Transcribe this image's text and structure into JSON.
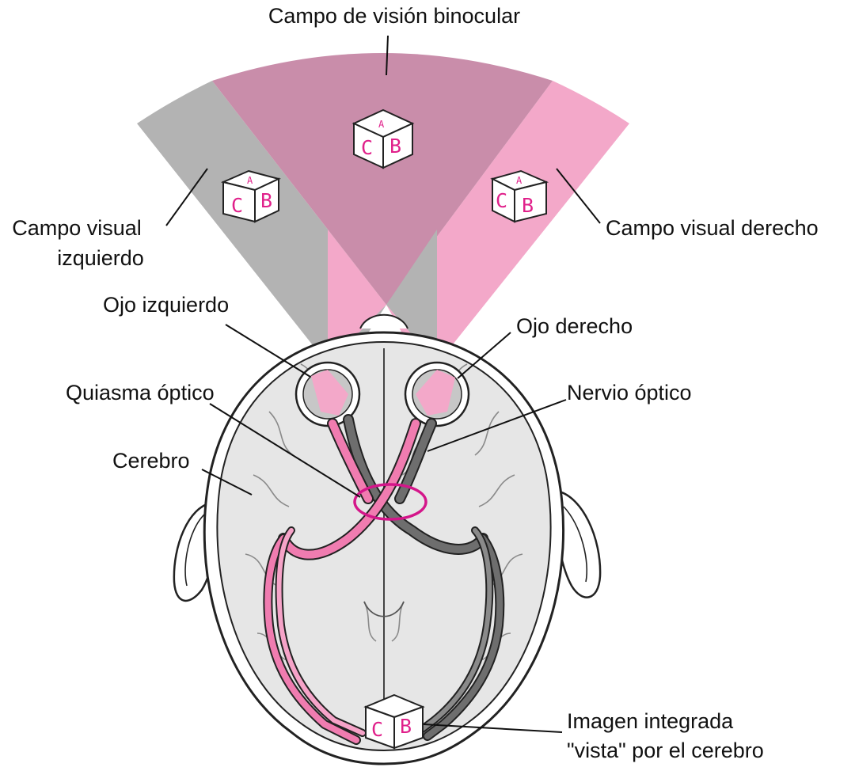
{
  "labels": {
    "binocular_field": "Campo de visión binocular",
    "left_field_line1": "Campo visual",
    "left_field_line2": "izquierdo",
    "right_field": "Campo visual derecho",
    "left_eye": "Ojo izquierdo",
    "right_eye": "Ojo derecho",
    "optic_chiasm": "Quiasma óptico",
    "optic_nerve": "Nervio óptico",
    "brain": "Cerebro",
    "integrated_line1": "Imagen integrada",
    "integrated_line2": "\"vista\" por el cerebro"
  },
  "cube_letters": {
    "left": "C",
    "right": "B",
    "top": "A"
  },
  "colors": {
    "left_field": "#b3b3b3",
    "right_field": "#f3a8c9",
    "binocular": "#c98daa",
    "left_pathway": "#f07cb0",
    "right_pathway": "#6e6e6e",
    "chiasm_ring": "#d4168a",
    "brain_fill": "#e6e6e6",
    "outline": "#222222"
  }
}
